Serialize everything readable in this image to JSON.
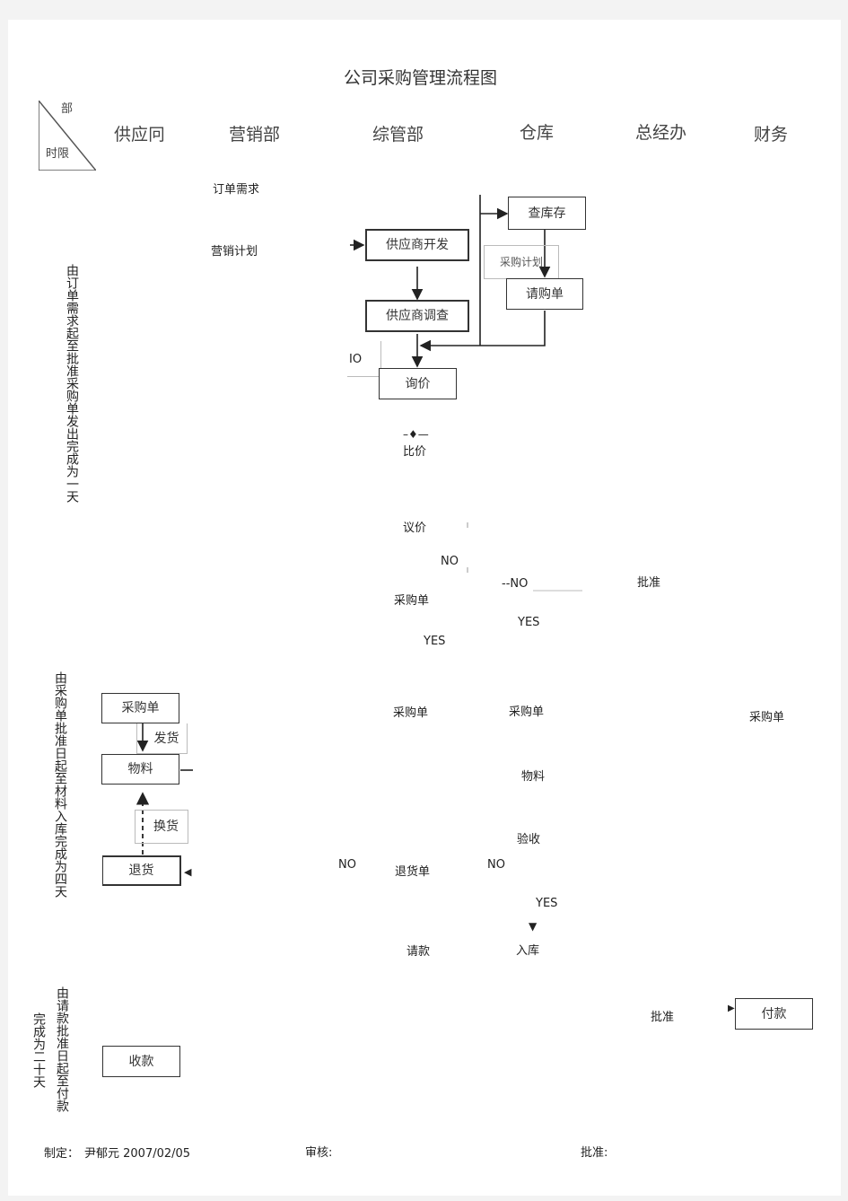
{
  "title": "公司采购管理流程图",
  "header_corner": {
    "top": "部",
    "bottom": "时限"
  },
  "columns": [
    "供应冋",
    "营销部",
    "综管部",
    "仓库",
    "总经办",
    "财务"
  ],
  "phases": [
    "由订单需求起至批准采购单发出完成为一天",
    "由采购单批准日起至材料入库完成为四天",
    "由请款批准日起至付款",
    "完成为二十天"
  ],
  "sales": {
    "order_demand": "订单需求",
    "marketing_plan": "营销计划"
  },
  "admin": {
    "supplier_dev": "供应商开发",
    "supplier_survey": "供应商调查",
    "io": "IO",
    "inquiry": "询价",
    "compare_marker": "–♦—",
    "compare": "比价",
    "negotiate": "议价",
    "no_1": "NO",
    "po": "采购单",
    "yes_1": "YES",
    "po_2": "采购单",
    "return_no": "NO",
    "return_order": "退货单",
    "request_payment": "请款"
  },
  "warehouse": {
    "check_stock": "查库存",
    "purchase_plan": "采购计划",
    "requisition": "请购单",
    "no_2": "--NO",
    "yes_2": "YES",
    "po": "采购单",
    "material": "物料",
    "inspect": "验收",
    "no_3": "NO",
    "yes_3": "YES",
    "arrow_down": "▼",
    "stock_in": "入库"
  },
  "gm": {
    "approve_1": "批准",
    "approve_2": "批准",
    "arrow": "▶"
  },
  "finance": {
    "po": "采购单",
    "pay": "付款"
  },
  "supplier": {
    "po": "采购单",
    "ship": "发货",
    "material": "物料",
    "exchange": "换货",
    "return": "退货",
    "arrow": "◀",
    "receive": "收款"
  },
  "footer": {
    "prepared_label": "制定：",
    "prepared_by": "尹郁元 2007/02/05",
    "review_label": "审核:",
    "approve_label": "批准:"
  }
}
